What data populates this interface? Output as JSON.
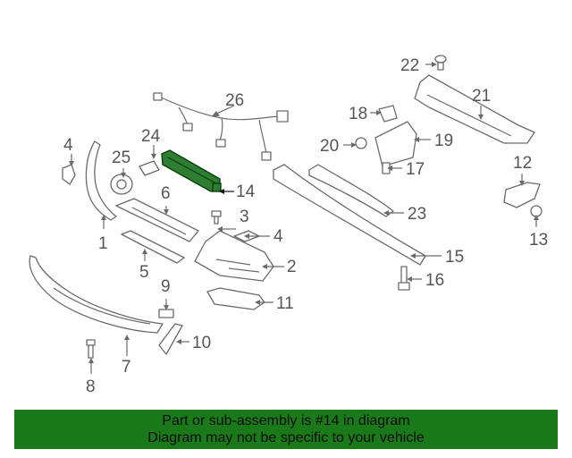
{
  "diagram": {
    "highlighted_part": "14",
    "callouts": [
      "1",
      "2",
      "3",
      "4",
      "4",
      "5",
      "6",
      "7",
      "8",
      "9",
      "10",
      "11",
      "12",
      "13",
      "14",
      "15",
      "16",
      "17",
      "18",
      "19",
      "20",
      "21",
      "22",
      "23",
      "24",
      "25",
      "26"
    ]
  },
  "banner": {
    "line1": "Part or sub-assembly is #14 in diagram",
    "line2": "Diagram may not be specific to your vehicle",
    "background": "#1a7a1a"
  }
}
